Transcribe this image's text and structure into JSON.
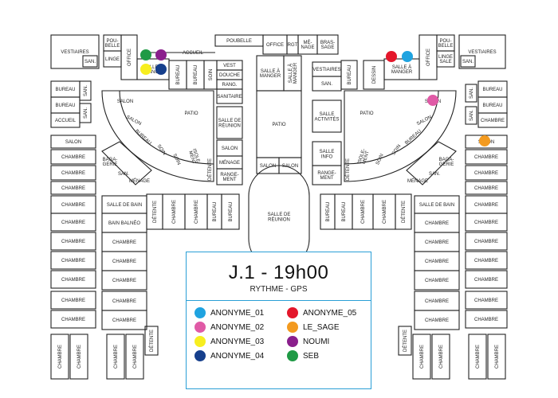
{
  "map": {
    "title": "J.1 - 19h00",
    "subtitle": "RYTHME - GPS"
  },
  "legend": [
    {
      "name": "ANONYME_01",
      "color": "#1fa3e0"
    },
    {
      "name": "ANONYME_02",
      "color": "#e05aa6"
    },
    {
      "name": "ANONYME_03",
      "color": "#f7ee1f"
    },
    {
      "name": "ANONYME_04",
      "color": "#163f8c"
    },
    {
      "name": "ANONYME_05",
      "color": "#e4172b"
    },
    {
      "name": "LE_SAGE",
      "color": "#f39a1f"
    },
    {
      "name": "NOUMI",
      "color": "#8a1f8c"
    },
    {
      "name": "SEB",
      "color": "#1f9a45"
    }
  ],
  "person_locations": [
    {
      "person": "SEB",
      "room": "SALLE À MANGER (ouest)"
    },
    {
      "person": "NOUMI",
      "room": "SALLE À MANGER (ouest)"
    },
    {
      "person": "ANONYME_03",
      "room": "SALLE À MANGER (ouest)"
    },
    {
      "person": "ANONYME_04",
      "room": "SALLE À MANGER (ouest)"
    },
    {
      "person": "ANONYME_05",
      "room": "SALLE À MANGER (est)"
    },
    {
      "person": "ANONYME_01",
      "room": "SALLE À MANGER (est)"
    },
    {
      "person": "ANONYME_02",
      "room": "SALON (est)"
    },
    {
      "person": "LE_SAGE",
      "room": "SALON (est)"
    }
  ],
  "rooms": {
    "poubelle": "POU-\nBELLE",
    "linge": "LINGE",
    "office": "OFFICE",
    "vestiaires": "VESTIAIRES",
    "san": "SAN.",
    "bureau": "BUREAU",
    "accueil": "ACCUEIL",
    "salle_a_manger": "SALLE À\nMANGER",
    "salle_a_manger_short": "SALLE À\nMANGE",
    "vest": "VEST",
    "douche": "DOUCHE",
    "rang": "RANG.",
    "sanitaire": "SANITAIRE",
    "salle_reunion": "SALLE DE\nRÉUNION",
    "menage": "MÉ-\nNAGE",
    "brasage": "BRAS-\nSAGE",
    "rgt": "RGT",
    "poubelle_long": "POUBELLE",
    "patio": "PATIO",
    "salon": "SALON",
    "chambre": "CHAMBRE",
    "bagagerie": "BAGA-\nGERIE",
    "menage_long": "MÉNAGE",
    "soin": "SOIN",
    "isolement": "ISOLE-\nMENT",
    "detente": "DÉTENTE",
    "rangement": "RANGE-\nMENT",
    "salle_activites": "SALLE\nACTIVITÉS",
    "salle_info": "SALLE\nINFO",
    "dessin": "DESSIN",
    "linge_sale": "LINGE\nSALE",
    "salle_de_bain": "SALLE DE BAIN",
    "bain_balneo": "BAIN BALNÉO"
  }
}
